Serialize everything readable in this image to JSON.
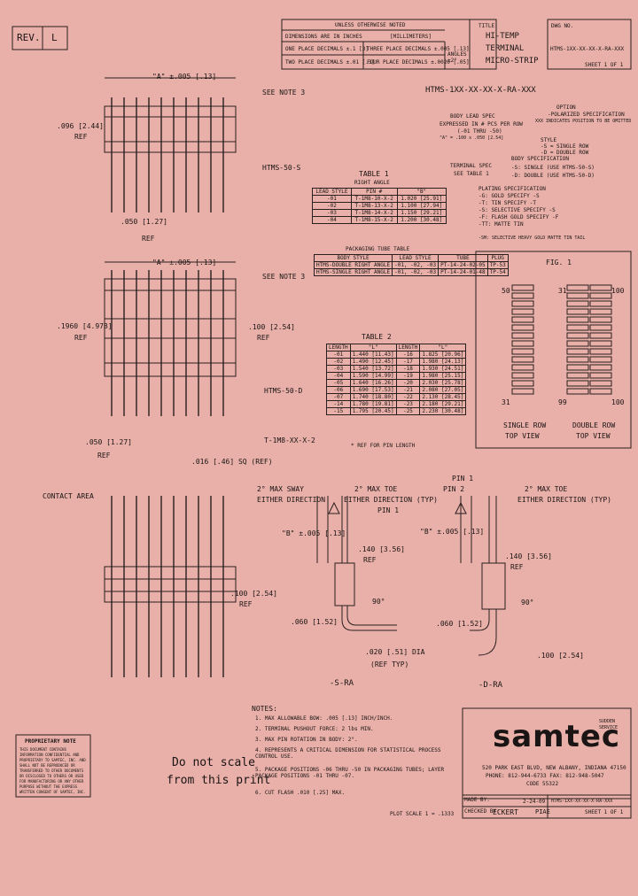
{
  "rev": {
    "label": "REV.",
    "value": "L"
  },
  "tolerance": {
    "header": "UNLESS OTHERWISE NOTED",
    "sub_left": "DIMENSIONS ARE IN INCHES",
    "sub_right": "[MILLIMETERS]",
    "row1_left": "ONE PLACE DECIMALS ±.1 [3]",
    "row1_right": "THREE PLACE DECIMALS ±.005 [.13]",
    "row2_left": "TWO PLACE DECIMALS ±.01 [.3]",
    "row2_right": "FOUR PLACE DECIMALS ±.0020 [.05]",
    "angles": "ANGLES ±2°"
  },
  "title_block": {
    "title_label": "TITLE:",
    "title_lines": [
      "HI-TEMP",
      "TERMINAL",
      "MICRO-STRIP"
    ],
    "dwg_label": "DWG NO.",
    "dwg_no": "HTMS-1XX-XX-XX-X-RA-XXX",
    "sheet": "SHEET 1 OF 1"
  },
  "part_code": {
    "code": "HTMS-1XX-XX-XX-X-RA-XXX",
    "option": "OPTION",
    "option_desc": [
      "-POLARIZED SPECIFICATION",
      "XXX INDICATES POSITION TO BE OMITTED"
    ],
    "style": "STYLE",
    "style_desc": [
      "-S = SINGLE ROW",
      "-D = DOUBLE ROW"
    ],
    "body_spec": "BODY SPECIFICATION",
    "body_spec_desc": [
      "-S: SINGLE (USE HTMS-50-S)",
      "-D: DOUBLE (USE HTMS-50-D)"
    ],
    "plating": "PLATING SPECIFICATION",
    "plating_desc": [
      "-G: GOLD SPECIFY -S",
      "-T: TIN SPECIFY -T",
      "-S: SELECTIVE SPECIFY -S",
      "-F: FLASH GOLD SPECIFY -F",
      "-TT: MATTE TIN",
      "-SM: SELECTIVE HEAVY GOLD MATTE TIN TAIL"
    ],
    "terminal": "TERMINAL SPEC",
    "terminal_desc": "SEE TABLE 1",
    "body_lead": "BODY LEAD SPEC",
    "body_lead_desc": [
      "EXPRESSED IN # PCS PER ROW",
      "(-01 THRU -50)",
      "\"A\" = .100 x .050 [2.54]"
    ]
  },
  "table1": {
    "title": "TABLE 1",
    "subtitle": "RIGHT ANGLE",
    "headers": [
      "LEAD STYLE",
      "PIN #",
      "\"B\""
    ],
    "rows": [
      [
        "-01",
        "T-1M8-10-X-2",
        "1.020 [25.91]"
      ],
      [
        "-02",
        "T-1M8-13-X-2",
        "1.100 [27.94]"
      ],
      [
        "-03",
        "T-1M8-14-X-2",
        "1.150 [29.21]"
      ],
      [
        "-04",
        "T-1M8-15-X-2",
        "1.200 [30.48]"
      ]
    ]
  },
  "packaging_table": {
    "title": "PACKAGING TUBE TABLE",
    "headers": [
      "BODY STYLE",
      "LEAD STYLE",
      "TUBE",
      "PLUG"
    ],
    "rows": [
      [
        "HTMS-DOUBLE RIGHT ANGLE",
        "-01, -02, -03",
        "PT-14-24-02-05",
        "TP-53"
      ],
      [
        "HTMS-SINGLE RIGHT ANGLE",
        "-01, -02, -03",
        "PT-14-24-01-48",
        "TP-54"
      ]
    ]
  },
  "table2": {
    "title": "TABLE 2",
    "headers": [
      "LENGTH",
      "\"L\"",
      "LENGTH",
      "\"L\""
    ],
    "rows": [
      [
        "-01",
        "1.440 [11.43]",
        "-16",
        "1.825 [20.96]"
      ],
      [
        "-02",
        "1.490 [12.45]",
        "-17",
        "1.980 [24.13]"
      ],
      [
        "-03",
        "1.540 [13.72]",
        "-18",
        "1.930 [24.51]"
      ],
      [
        "-04",
        "1.590 [14.99]",
        "-19",
        "1.980 [25.15]"
      ],
      [
        "-05",
        "1.640 [16.26]",
        "-20",
        "2.030 [25.78]"
      ],
      [
        "-06",
        "1.690 [17.53]",
        "-21",
        "2.080 [27.05]"
      ],
      [
        "-07",
        "1.740 [18.80]",
        "-22",
        "2.130 [28.45]"
      ],
      [
        "-14",
        "1.780 [19.81]",
        "-23",
        "2.180 [29.21]"
      ],
      [
        "-15",
        "1.795 [20.45]",
        "-25",
        "2.230 [30.48]"
      ]
    ],
    "note": "* REF FOR PIN LENGTH"
  },
  "fig1": {
    "title": "FIG. 1",
    "single": {
      "top": "50",
      "bottom": "31",
      "caption": [
        "SINGLE ROW",
        "TOP VIEW"
      ]
    },
    "double": {
      "top_left": "31",
      "top_right": "100",
      "bottom_left": "99",
      "bottom_right": "100",
      "caption": [
        "DOUBLE ROW",
        "TOP VIEW"
      ]
    }
  },
  "dims": {
    "a_top": "\"A\" ±.005 [.13]",
    "see_note3_top": "SEE NOTE 3",
    "h096": ".096 [2.44]",
    "ref": "REF",
    "htms_s": "HTMS-50-S",
    "d050": ".050 [1.27]",
    "a_mid": "\"A\" ±.005 [.13]",
    "see_note3_mid": "SEE NOTE 3",
    "h1960": ".1960 [4.978]",
    "d100": ".100 [2.54]",
    "htms_d": "HTMS-50-D",
    "pin_tm": "T-1M8-XX-X-2",
    "d050b": ".050 [1.27]",
    "d016": ".016 [.46] SQ (REF)",
    "contact_area": "CONTACT AREA",
    "max_sway": "2° MAX SWAY",
    "either_dir": "EITHER DIRECTION",
    "max_toe": "2° MAX TOE",
    "either_dir_typ": "EITHER DIRECTION (TYP)",
    "pin1": "PIN 1",
    "pin2": "PIN 2",
    "b_dim": "\"B\" ±.005 [.13]",
    "d140": ".140 [3.56]",
    "d060": ".060 [1.52]",
    "angle90": "90°",
    "d020": ".020 [.51] DIA",
    "ref_typ": "(REF TYP)",
    "d100b": ".100 [2.54]",
    "s_ra": "-S-RA",
    "d_ra": "-D-RA"
  },
  "notes": {
    "title": "NOTES:",
    "items": [
      "1. MAX ALLOWABLE BOW: .005 [.13] INCH/INCH.",
      "2. TERMINAL PUSHOUT FORCE: 2 lbs MIN.",
      "3. MAX PIN ROTATION IN BODY: 2°.",
      "4. REPRESENTS A CRITICAL DIMENSION FOR STATISTICAL PROCESS CONTROL USE.",
      "5. PACKAGE POSITIONS -06 THRU -50 IN PACKAGING TUBES; LAYER PACKAGE POSITIONS -01 THRU -07.",
      "6. CUT FLASH .010 [.25] MAX."
    ]
  },
  "scale_note": [
    "Do not scale",
    "from this print"
  ],
  "proprietary": {
    "title": "PROPRIETARY NOTE",
    "body": "THIS DOCUMENT CONTAINS INFORMATION CONFIDENTIAL AND PROPRIETARY TO SAMTEC, INC. AND SHALL NOT BE REPRODUCED OR TRANSFERRED TO OTHER DOCUMENTS OR DISCLOSED TO OTHERS OR USED FOR MANUFACTURING OR ANY OTHER PURPOSE WITHOUT THE EXPRESS WRITTEN CONSENT OF SAMTEC, INC."
  },
  "company": {
    "logo": "samtec",
    "tagline": "SUDDEN SERVICE",
    "addr1": "520 PARK EAST BLVD, NEW ALBANY, INDIANA 47150",
    "addr2": "PHONE: 812-944-6733  FAX: 812-948-5047",
    "code": "CODE 55322",
    "made_by_label": "MADE BY:",
    "made_by": "",
    "date": "2-24-09",
    "checked_label": "CHECKED BY:",
    "checked": "ECKERT",
    "name_field": "PIAE",
    "plot_scale": "PLOT SCALE 1 = .1333",
    "part": "HTMS-1XX-XX-XX-X-RA-XXX",
    "sheet": "SHEET 1 OF 1"
  }
}
